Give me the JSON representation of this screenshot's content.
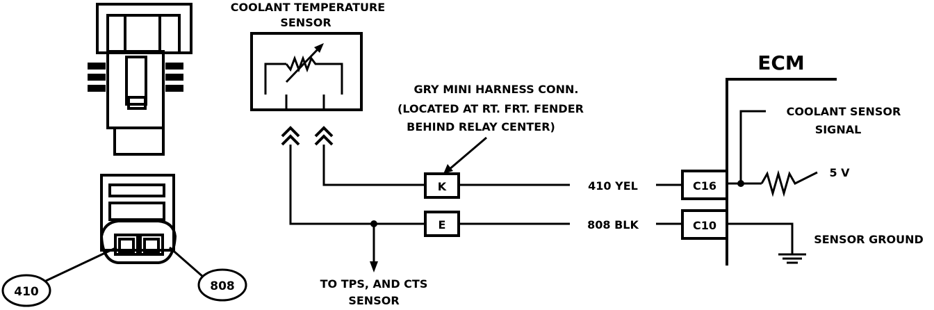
{
  "labels": {
    "sensor_title_1": "COOLANT TEMPERATURE",
    "sensor_title_2": "SENSOR",
    "conn_line_1": "GRY MINI HARNESS CONN.",
    "conn_line_2": "(LOCATED AT RT. FRT. FENDER",
    "conn_line_3": "BEHIND RELAY CENTER)",
    "ecm": "ECM",
    "coolant_signal_1": "COOLANT SENSOR",
    "coolant_signal_2": "SIGNAL",
    "five_v": "5 V",
    "wire_410": "410 YEL",
    "wire_808": "808 BLK",
    "sensor_ground": "SENSOR GROUND",
    "to_tps_1": "TO TPS, AND CTS",
    "to_tps_2": "SENSOR"
  },
  "connector_pins": {
    "k": "K",
    "e": "E",
    "c16": "C16",
    "c10": "C10"
  },
  "callouts": {
    "pin_410": "410",
    "pin_808": "808"
  }
}
